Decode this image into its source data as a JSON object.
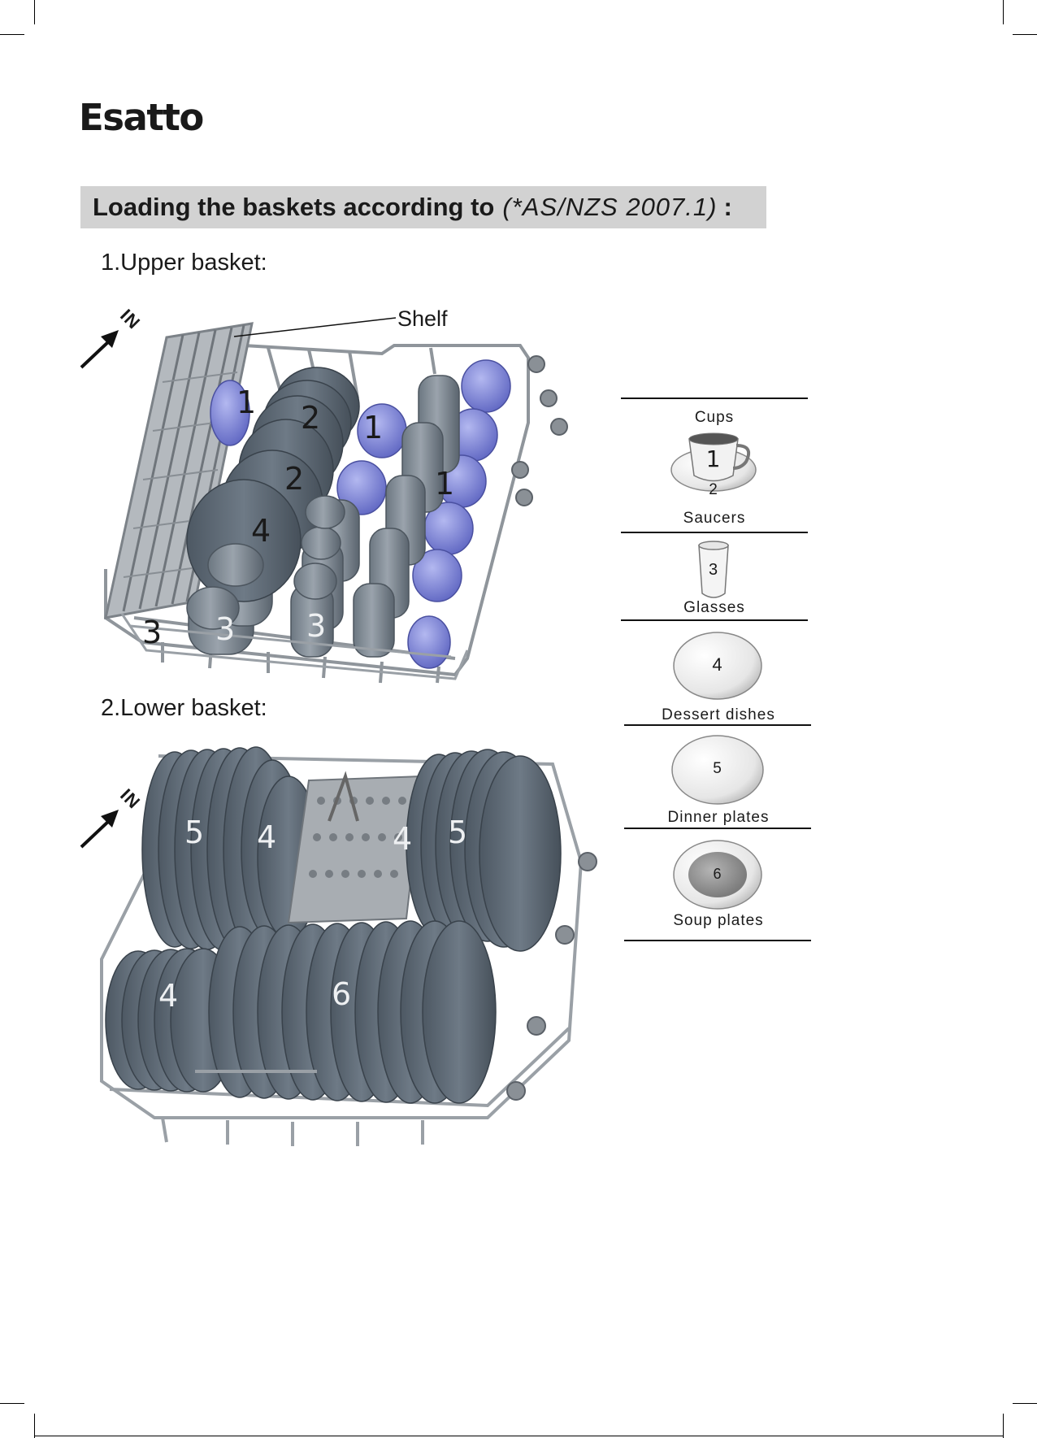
{
  "brand": "Esatto",
  "banner": {
    "text": "Loading the baskets according to",
    "standard": "(*AS/NZS 2007.1)",
    "colon": ":"
  },
  "upper_basket": {
    "title": "1.Upper basket:",
    "shelf_label": "Shelf",
    "direction_label": "IN",
    "numbers": [
      "1",
      "2",
      "1",
      "2",
      "1",
      "4",
      "3",
      "3",
      "3"
    ]
  },
  "lower_basket": {
    "title": "2.Lower basket:",
    "direction_label": "IN",
    "numbers": [
      "5",
      "4",
      "4",
      "5",
      "4",
      "6"
    ]
  },
  "legend": [
    {
      "number": "1",
      "label": "Cups"
    },
    {
      "number": "2",
      "label": "Saucers"
    },
    {
      "number": "3",
      "label": "Glasses"
    },
    {
      "number": "4",
      "label": "Dessert dishes"
    },
    {
      "number": "5",
      "label": "Dinner plates"
    },
    {
      "number": "6",
      "label": "Soup plates"
    }
  ],
  "colors": {
    "dish": "#5f6b77",
    "cup": "#7d84d6",
    "rack": "#9aa0a6",
    "banner": "#d2d2d2"
  }
}
